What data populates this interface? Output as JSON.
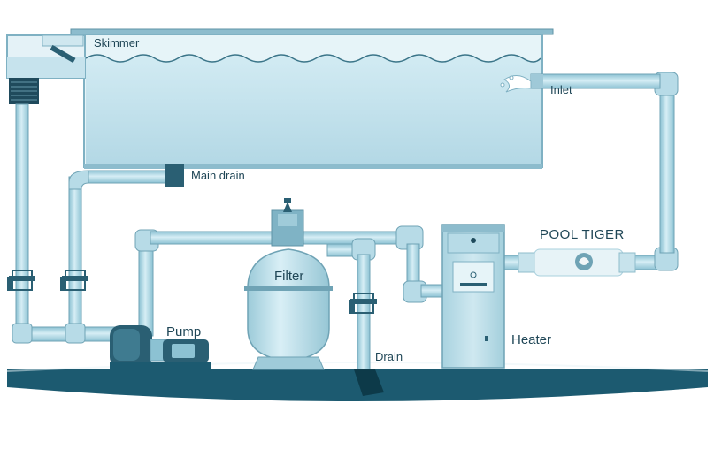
{
  "labels": {
    "skimmer": "Skimmer",
    "inlet": "Inlet",
    "main_drain": "Main drain",
    "pool_tiger": "POOL TIGER",
    "filter": "Filter",
    "pump": "Pump",
    "heater": "Heater",
    "drain": "Drain"
  },
  "colors": {
    "pipe_fill": "#b7dbe7",
    "pipe_edge": "#6fa3b5",
    "pool_water": "#c4e3ee",
    "pool_wall": "#9fc9d8",
    "ground": "#1c5a70",
    "valve": "#2a5f73",
    "text": "#1f4656"
  },
  "components": [
    {
      "name": "pool",
      "icon": "pool-basin"
    },
    {
      "name": "skimmer",
      "icon": "skimmer-box"
    },
    {
      "name": "main-drain",
      "icon": "drain-grate"
    },
    {
      "name": "pump",
      "icon": "pump-motor"
    },
    {
      "name": "filter",
      "icon": "sand-filter-tank"
    },
    {
      "name": "heater",
      "icon": "heater-cabinet"
    },
    {
      "name": "pool-tiger",
      "icon": "inline-device"
    },
    {
      "name": "inlet",
      "icon": "water-jet"
    },
    {
      "name": "drain",
      "icon": "waste-drain"
    }
  ]
}
